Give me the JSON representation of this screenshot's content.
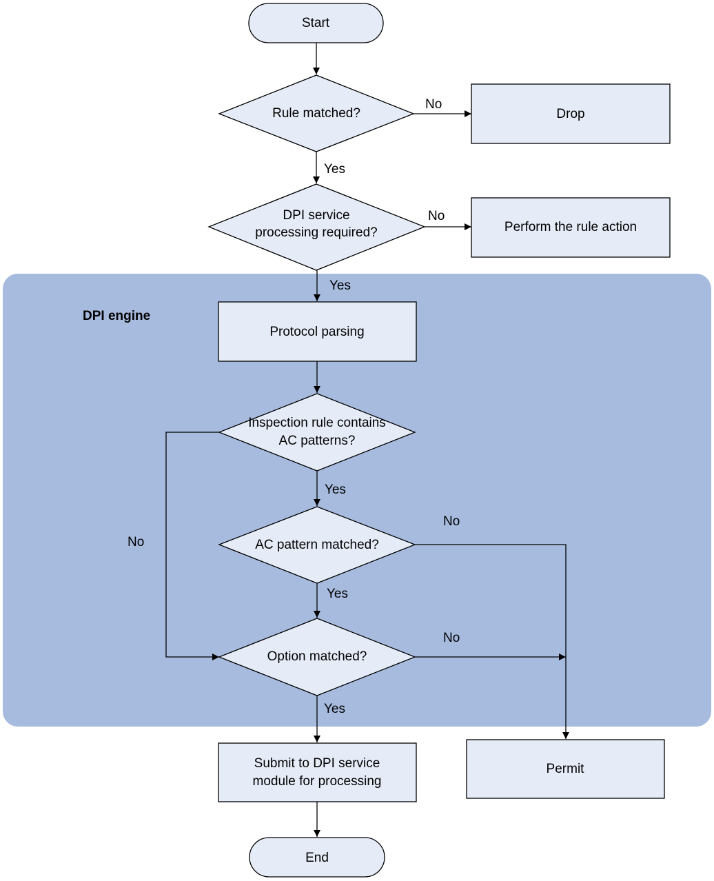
{
  "nodes": {
    "start": "Start",
    "rule_matched": "Rule matched?",
    "drop": "Drop",
    "dpi_required_line1": "DPI service",
    "dpi_required_line2": "processing required?",
    "perform_action": "Perform the rule action",
    "protocol_parsing": "Protocol parsing",
    "ac_contains_line1": "Inspection rule contains",
    "ac_contains_line2": "AC patterns?",
    "ac_matched": "AC pattern matched?",
    "option_matched": "Option matched?",
    "submit_line1": "Submit to DPI service",
    "submit_line2": "module for processing",
    "permit": "Permit",
    "end": "End"
  },
  "region": {
    "label": "DPI engine",
    "color": "#a7bbdf"
  },
  "edge_labels": {
    "rule_no": "No",
    "rule_yes": "Yes",
    "dpi_no": "No",
    "dpi_yes": "Yes",
    "ac_contains_no": "No",
    "ac_contains_yes": "Yes",
    "ac_matched_no": "No",
    "ac_matched_yes": "Yes",
    "option_no": "No",
    "option_yes": "Yes"
  },
  "colors": {
    "shape_fill": "#e6ecf7",
    "stroke": "#000000"
  }
}
